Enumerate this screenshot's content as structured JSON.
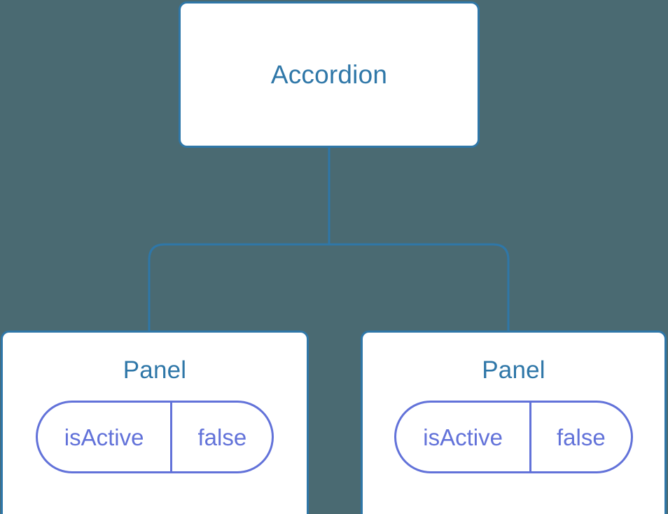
{
  "diagram": {
    "type": "component-tree",
    "background_color": "#4a6a72",
    "node_fill_color": "#ffffff",
    "node_border_color": "#2f77a8",
    "node_title_color": "#2f77a8",
    "connector_color": "#2f77a8",
    "pill_border_color": "#6272d9",
    "pill_text_color": "#6272d9",
    "root": {
      "title": "Accordion"
    },
    "children": [
      {
        "title": "Panel",
        "state": {
          "key": "isActive",
          "value": "false"
        }
      },
      {
        "title": "Panel",
        "state": {
          "key": "isActive",
          "value": "false"
        }
      }
    ]
  }
}
